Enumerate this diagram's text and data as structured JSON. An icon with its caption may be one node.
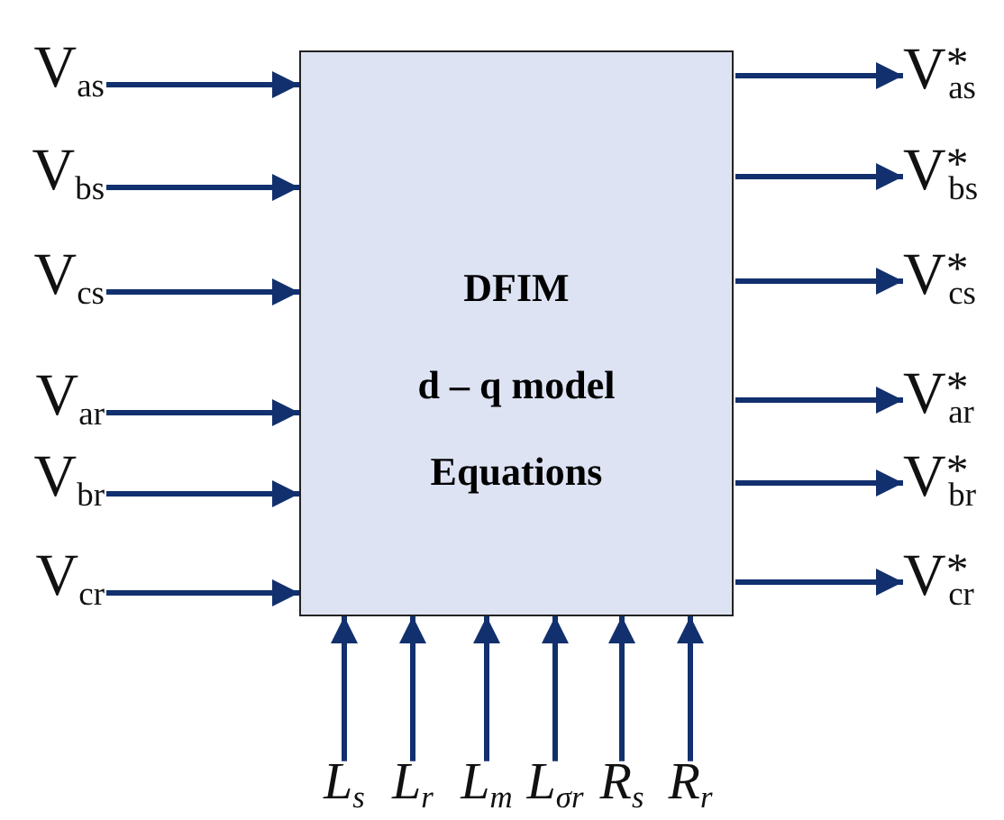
{
  "diagram": {
    "nodes": [
      {
        "text": [
          "DFIM",
          "d – q model",
          "Equations"
        ]
      },
      {
        "text": [
          "V$_{as}$"
        ]
      },
      {
        "text": [
          "V$_{bs}$"
        ]
      },
      {
        "text": [
          "V$_{cs}$"
        ]
      },
      {
        "text": [
          "V$_{ar}$"
        ]
      },
      {
        "text": [
          "V$_{br}$"
        ]
      },
      {
        "text": [
          "V$_{cr}$"
        ]
      },
      {
        "text": [
          "V$^{*}$$_{as}$"
        ]
      },
      {
        "text": [
          "V$^{*}$$_{bs}$"
        ]
      },
      {
        "text": [
          "V$^{*}$$_{cs}$"
        ]
      },
      {
        "text": [
          "V$^{*}$$_{ar}$"
        ]
      },
      {
        "text": [
          "V$^{*}$$_{br}$"
        ]
      },
      {
        "text": [
          "V$^{*}$$_{cr}$"
        ]
      },
      {
        "text": [
          "L$_{s}$"
        ]
      },
      {
        "text": [
          "L$_{r}$"
        ]
      },
      {
        "text": [
          "L$_{m}$"
        ]
      },
      {
        "text": [
          "L$_{σr}$"
        ]
      },
      {
        "text": [
          "R$_{s}$"
        ]
      },
      {
        "text": [
          "R$_{r}$"
        ]
      }
    ],
    "edges": [
      {
        "from": 1,
        "to": 0,
        "arrow": "to"
      },
      {
        "from": 2,
        "to": 0,
        "arrow": "to"
      },
      {
        "from": 3,
        "to": 0,
        "arrow": "to"
      },
      {
        "from": 4,
        "to": 0,
        "arrow": "to"
      },
      {
        "from": 5,
        "to": 0,
        "arrow": "to"
      },
      {
        "from": 6,
        "to": 0,
        "arrow": "to"
      },
      {
        "from": 0,
        "to": 7,
        "arrow": "to"
      },
      {
        "from": 0,
        "to": 8,
        "arrow": "to"
      },
      {
        "from": 0,
        "to": 9,
        "arrow": "to"
      },
      {
        "from": 0,
        "to": 10,
        "arrow": "to"
      },
      {
        "from": 0,
        "to": 11,
        "arrow": "to"
      },
      {
        "from": 0,
        "to": 12,
        "arrow": "to"
      },
      {
        "from": 13,
        "to": 0,
        "arrow": "to"
      },
      {
        "from": 14,
        "to": 0,
        "arrow": "to"
      },
      {
        "from": 15,
        "to": 0,
        "arrow": "to"
      },
      {
        "from": 16,
        "to": 0,
        "arrow": "to"
      },
      {
        "from": 17,
        "to": 0,
        "arrow": "to"
      },
      {
        "from": 18,
        "to": 0,
        "arrow": "to"
      }
    ]
  }
}
